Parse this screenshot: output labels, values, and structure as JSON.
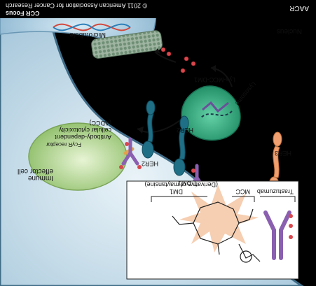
{
  "header": {
    "journal": "CCR Focus",
    "copyright": "© 2011 American Association for Cancer Research",
    "logo": "AACR"
  },
  "cell": {
    "microtubule": "Microtubule",
    "nucleus": "Nucleus",
    "lysosome": "Lysosome",
    "released_metabolite": "Lys-MCC-DM1"
  },
  "labels": {
    "adcc": "Antibody-dependent\ncellular cytotoxicity\n(ADCC)",
    "fc_receptor": "FcγR receptor",
    "immune_cell": "Immune\neffector cell",
    "her2_left": "HER2",
    "her2_center": "HER2",
    "her2_right": "HER3",
    "tdm1": "T-DM1"
  },
  "inset": {
    "title_dm1": "DM1",
    "subtitle_dm1": "(Derivative of maytansine)",
    "title_mcc": "MCC",
    "title_trastuzumab": "Trastuzumab"
  },
  "colors": {
    "cell_fill": "#cfe3ee",
    "nucleus": "#9cc6de",
    "lysosome": "#2ea47c",
    "her2": "#1f6f86",
    "her3": "#f0a070",
    "antibody": "#9b6fc1",
    "payload": "#d9474c",
    "immune_cell": "#b8d89a"
  }
}
